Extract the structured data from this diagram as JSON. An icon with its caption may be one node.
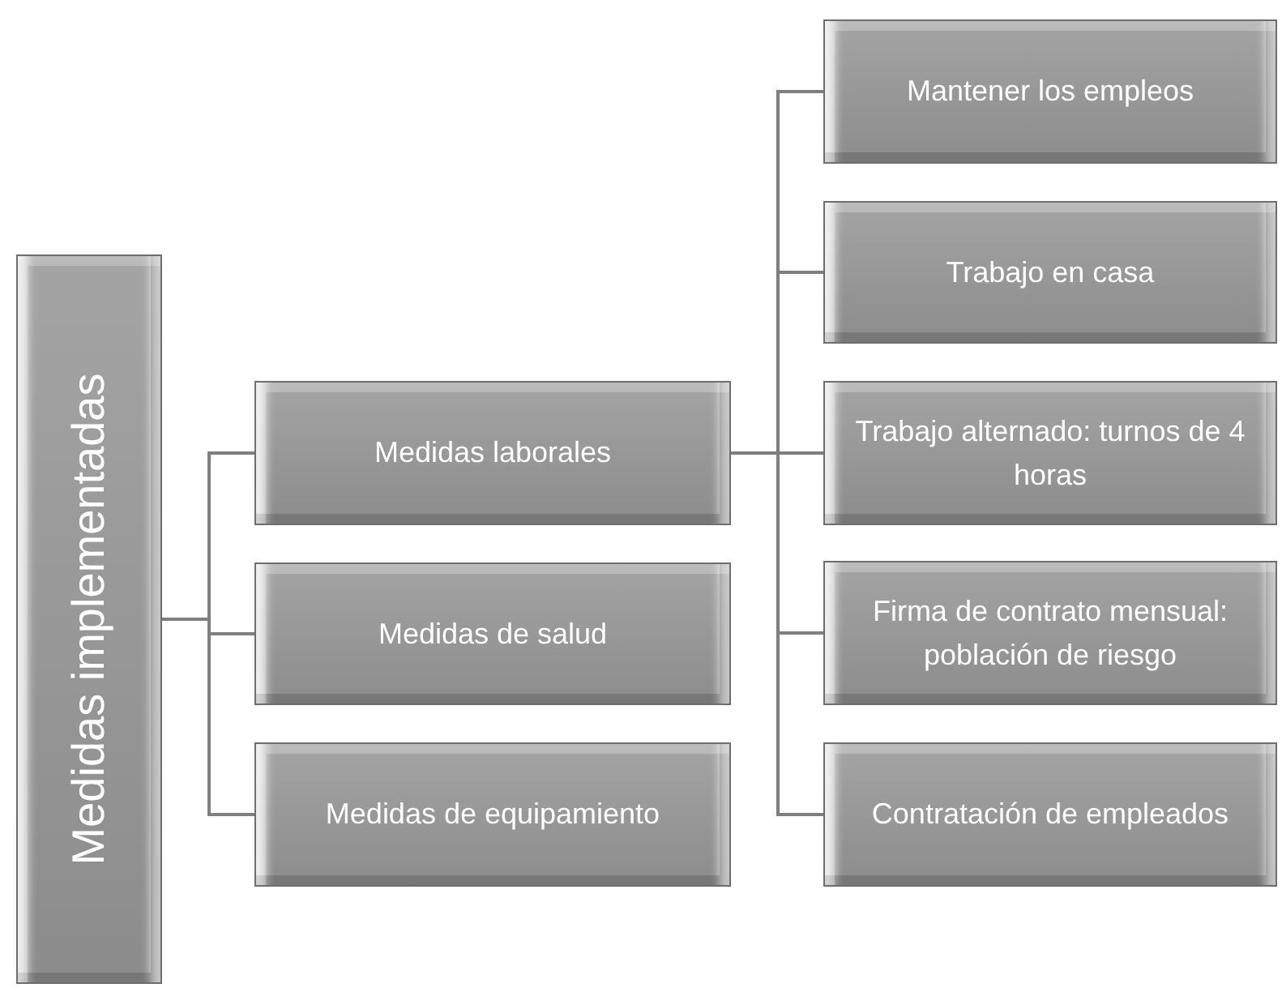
{
  "diagram": {
    "nodes": [
      {
        "text": [
          "Medidas implementadas"
        ]
      },
      {
        "text": [
          "Medidas laborales"
        ]
      },
      {
        "text": [
          "Medidas de salud"
        ]
      },
      {
        "text": [
          "Medidas de equipamiento"
        ]
      },
      {
        "text": [
          "Mantener los empleos"
        ]
      },
      {
        "text": [
          "Trabajo en casa"
        ]
      },
      {
        "text": [
          "Trabajo alternado: turnos de 4 horas"
        ]
      },
      {
        "text": [
          "Firma de contrato mensual: población de riesgo"
        ]
      },
      {
        "text": [
          "Contratación de empleados"
        ]
      }
    ],
    "edges": [
      {
        "from": 0,
        "to": 1,
        "arrow": "none"
      },
      {
        "from": 0,
        "to": 2,
        "arrow": "none"
      },
      {
        "from": 0,
        "to": 3,
        "arrow": "none"
      },
      {
        "from": 1,
        "to": 4,
        "arrow": "none"
      },
      {
        "from": 1,
        "to": 5,
        "arrow": "none"
      },
      {
        "from": 1,
        "to": 6,
        "arrow": "none"
      },
      {
        "from": 1,
        "to": 7,
        "arrow": "none"
      },
      {
        "from": 1,
        "to": 8,
        "arrow": "none"
      }
    ]
  }
}
